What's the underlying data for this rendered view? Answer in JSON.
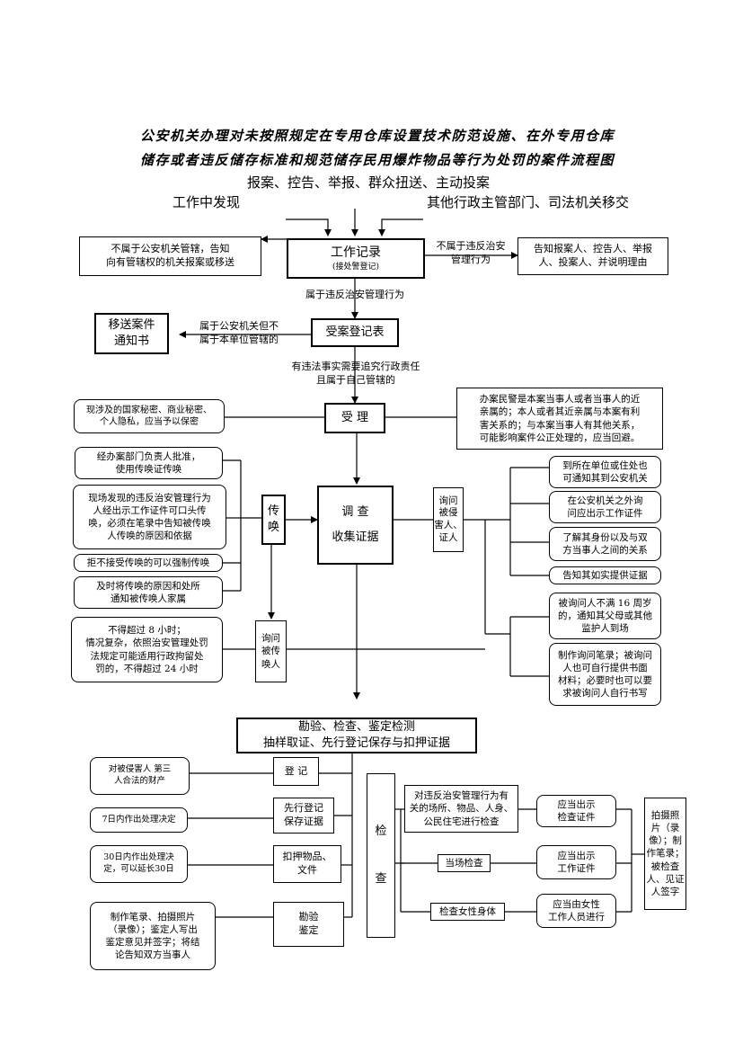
{
  "title": {
    "line1": "公安机关办理对未按照规定在专用仓库设置技术防范设施、在外专用仓库",
    "line2": "储存或者违反储存标准和规范储存民用爆炸物品等行为处罚的案件流程图"
  },
  "sources": {
    "top": "报案、控告、举报、群众扭送、主动投案",
    "left": "工作中发现",
    "right": "其他行政主管部门、司法机关移交"
  },
  "record": {
    "main": "工作记录",
    "sub": "(接处警登记)"
  },
  "not_police": "不属于公安机关管辖，告知\n向有管辖权的机关报案或移送",
  "not_violation_label": "不属于违反治安\n管理行为",
  "notify_reporter": "告知报案人、控告人、举报\n人、投案人、并说明理由",
  "is_violation": "属于违反治安管理行为",
  "register": "受案登记表",
  "not_unit_label": "属于公安机关但不\n属于本单位管辖的",
  "transfer_notice": "移送案件\n通知书",
  "need_resp": "有违法事实需要追究行政责任\n且属于自己管辖的",
  "accept": "受    理",
  "secrets": "现涉及的国家秘密、商业秘密、\n个人隐私，应当予以保密",
  "avoidance": "办案民警是本案当事人或者当事人的近\n亲属的；本人或者其近亲属与本案有利\n害关系的；与本案当事人有其他关系，\n可能影响案件公正处理的，应当回避。",
  "summon": {
    "label": "传\n唤",
    "notes": [
      "经办案部门负责人批准，\n使用传唤证传唤",
      "现场发现的违反治安管理行为\n人经出示工作证件可口头传\n唤，必须在笔录中告知被传唤\n人传唤的原因和依据",
      "拒不接受传唤的可以强制传唤",
      "及时将传唤的原因和处所\n通知被传唤人家属"
    ]
  },
  "investigate": {
    "line1": "调        查",
    "line2": "收集证据"
  },
  "victim_inquiry": "询问\n被侵\n害人、\n证人",
  "victim_notes": [
    "到所在单位或住处也\n可通知其到公安机关",
    "在公安机关之外询\n问应出示工作证件",
    "了解其身份以及与双\n方当事人之间的关系",
    "告知其如实提供证据"
  ],
  "suspect_inquiry": "询问\n被传\n唤人",
  "time_limit": "不得超过 8 小时；\n情况复杂，依照治安管理处罚\n法规定可能适用行政拘留处\n罚的，不得超过 24 小时",
  "minor": "被询问人不满 16 周岁\n的，通知其父母或其他\n监护人到场",
  "transcript": "制作询问笔录；被询问\n人也可自行提供书面\n材料；必要时也可以要\n求被询问人自行书写",
  "evidence": {
    "line1": "勘验、检查、鉴定检测",
    "line2": "抽样取证、先行登记保存与扣押证据"
  },
  "actions": [
    "登    记",
    "先行登记\n保存证据",
    "扣押物品、\n文件",
    "勘验\n鉴定"
  ],
  "action_notes": [
    "对被侵害人    第三\n人合法的财产",
    "7日内作出处理决定",
    "30日内作出处理决\n定，可以延长30日",
    "制作笔录、拍摄照片\n（录像）；鉴定人写出\n鉴定意见并签字；将结\n论告知双方当事人"
  ],
  "inspect": "检\n\n\n查",
  "inspect_items": [
    "对违反治安管理行为有\n关的场所、物品、人身、\n公民住宅进行检查",
    "当场检查",
    "检查女性身体"
  ],
  "inspect_reqs": [
    "应当出示\n检查证件",
    "应当出示\n工作证件",
    "应当由女性\n工作人员进行"
  ],
  "photo_note": "拍摄照\n片（录\n像）；制\n作笔录；\n被检查\n人、见证\n人签字"
}
